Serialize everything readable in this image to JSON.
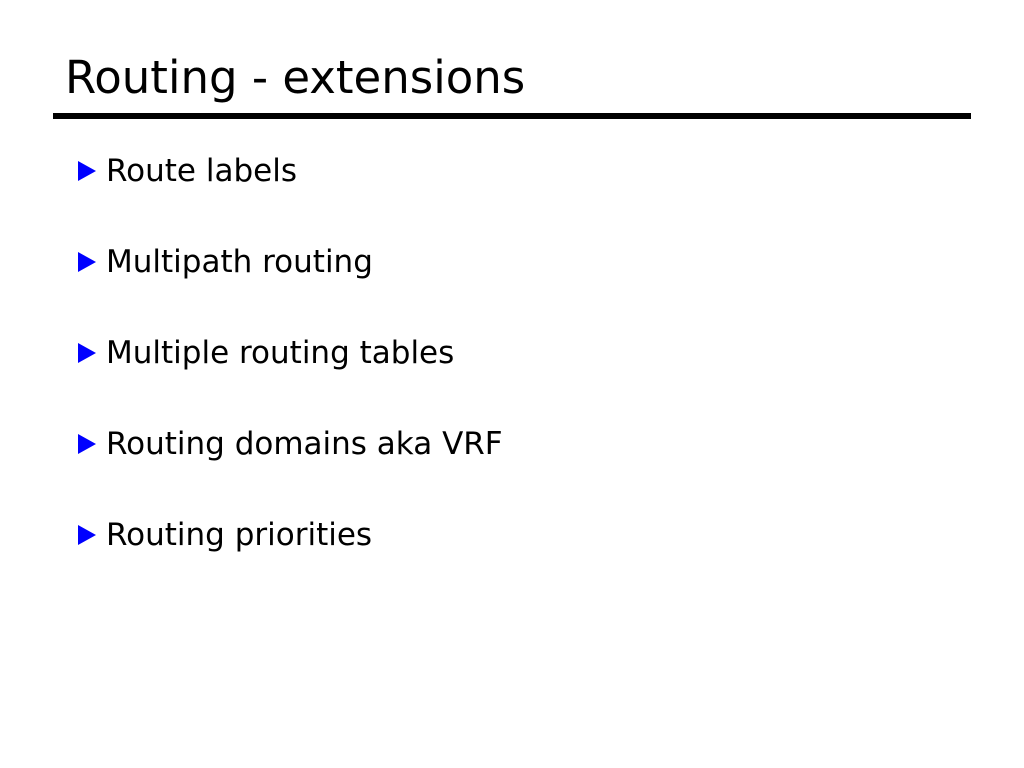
{
  "slide": {
    "title": "Routing - extensions",
    "background_color": "#ffffff",
    "text_color": "#000000",
    "rule_color": "#000000",
    "bullet_color": "#0000ff",
    "bullet_glyph": "triangle-right",
    "bullets": [
      {
        "label": "Route labels"
      },
      {
        "label": "Multipath routing"
      },
      {
        "label": "Multiple routing tables"
      },
      {
        "label": "Routing domains aka VRF"
      },
      {
        "label": "Routing priorities"
      }
    ]
  }
}
